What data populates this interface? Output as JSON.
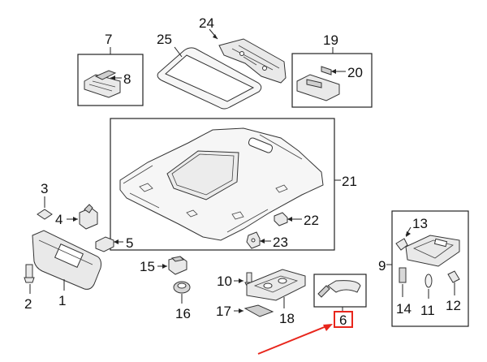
{
  "diagram": {
    "callouts": {
      "n1": "1",
      "n2": "2",
      "n3": "3",
      "n4": "4",
      "n5": "5",
      "n6": "6",
      "n7": "7",
      "n8": "8",
      "n9": "9",
      "n10": "10",
      "n11": "11",
      "n12": "12",
      "n13": "13",
      "n14": "14",
      "n15": "15",
      "n16": "16",
      "n17": "17",
      "n18": "18",
      "n19": "19",
      "n20": "20",
      "n21": "21",
      "n22": "22",
      "n23": "23",
      "n24": "24",
      "n25": "25"
    },
    "colors": {
      "highlight": "#e8261c",
      "line": "#222222",
      "part_fill": "#e9e9e9",
      "background": "#ffffff"
    }
  }
}
